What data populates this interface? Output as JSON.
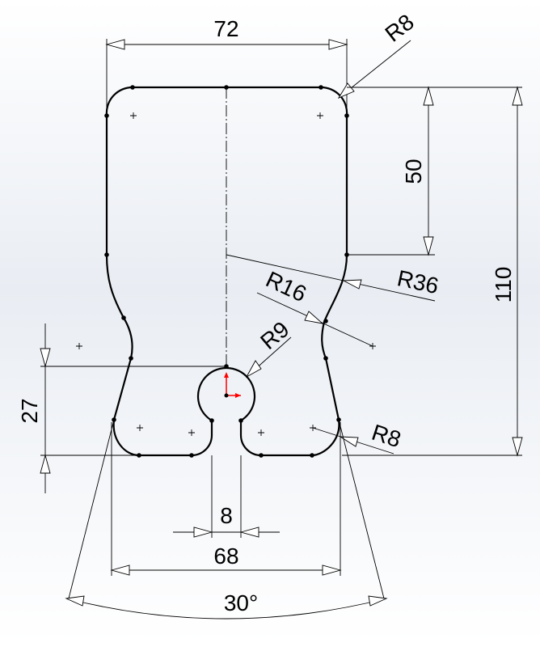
{
  "dimensions": {
    "top_width": "72",
    "top_corner_radius": "R8",
    "upper_height": "50",
    "overall_height": "110",
    "waist_radius_outer": "R36",
    "waist_radius_inner": "R16",
    "keyhole_radius": "R9",
    "bottom_corner_radius": "R8",
    "slot_height": "27",
    "slot_width": "8",
    "base_width": "68",
    "taper_angle": "30°"
  },
  "colors": {
    "geometry": "#000000",
    "origin_axis": "#ff0000"
  }
}
